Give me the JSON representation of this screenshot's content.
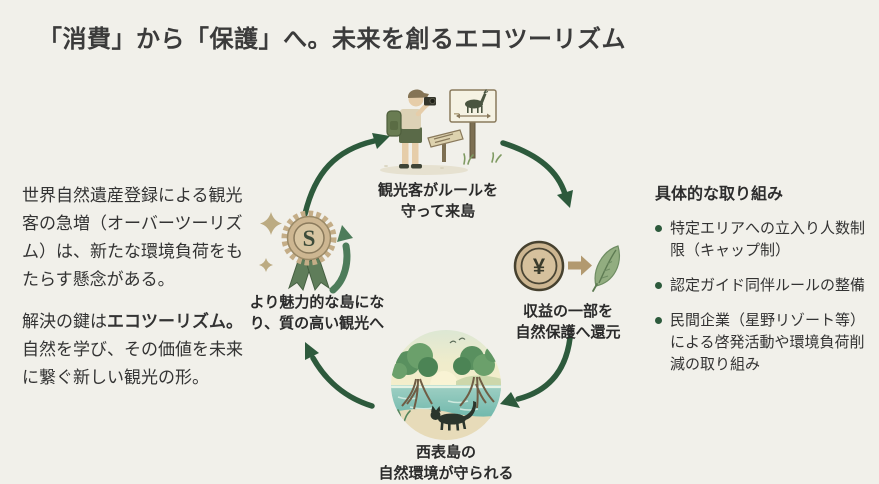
{
  "title": "「消費」から「保護」へ。未来を創るエコツーリズム",
  "intro": {
    "problem": "世界自然遺産登録による観光客の急増（オーバーツーリズム）は、新たな環境負荷をもたらす懸念がある。",
    "solution_prefix": "解決の鍵は",
    "solution_keyword": "エコツーリズム。",
    "solution_rest": "自然を学び、その価値を未来に繋ぐ新しい観光の形。"
  },
  "initiatives": {
    "heading": "具体的な取り組み",
    "items": [
      "特定エリアへの立入り人数制限（キャップ制）",
      "認定ガイド同伴ルールの整備",
      "民間企業（星野リゾート等）による啓発活動や環境負荷削減の取り組み"
    ]
  },
  "cycle": {
    "steps": [
      {
        "id": "tourists-visit",
        "label": "観光客がルールを\n守って来島",
        "icon": "tourist-with-camera-and-deer-sign-illustration"
      },
      {
        "id": "revenue-to-conservation",
        "label": "収益の一部を\n自然保護へ還元",
        "icon": "yen-coin-to-leaf-icon",
        "coin_symbol": "¥"
      },
      {
        "id": "nature-protected",
        "label": "西表島の\n自然環境が守られる",
        "icon": "mangrove-and-iriomote-cat-illustration"
      },
      {
        "id": "quality-tourism",
        "label": "より魅力的な島にな\nり、質の高い観光へ",
        "icon": "quality-medal-icon",
        "medal_letter": "S"
      }
    ]
  },
  "colors": {
    "background": "#f1f0ea",
    "text": "#333333",
    "title": "#3b3b3b",
    "cycle_arrow_green": "#2d5a3c",
    "bullet_green": "#2d5a3c",
    "coin_gold": "#cdb691",
    "leaf_green": "#92ad80",
    "ribbon_green": "#5f7d5a"
  }
}
